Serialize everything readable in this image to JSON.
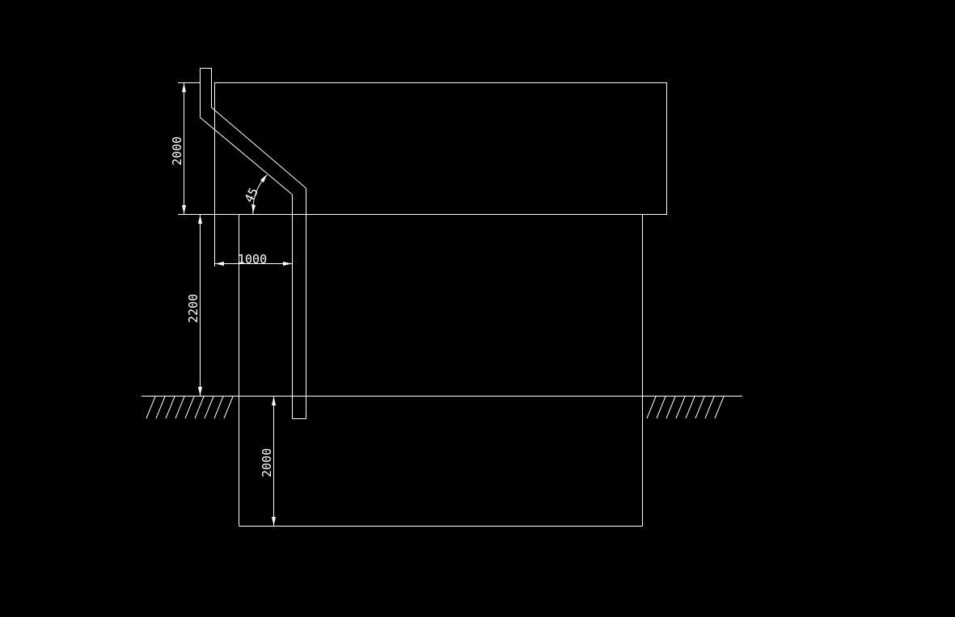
{
  "drawing": {
    "background": "#000000",
    "line_color": "#ffffff",
    "dimensions": {
      "upper_height": "2000",
      "middle_height": "2200",
      "lower_depth": "2000",
      "pipe_offset": "1000",
      "bend_angle": "45"
    }
  }
}
